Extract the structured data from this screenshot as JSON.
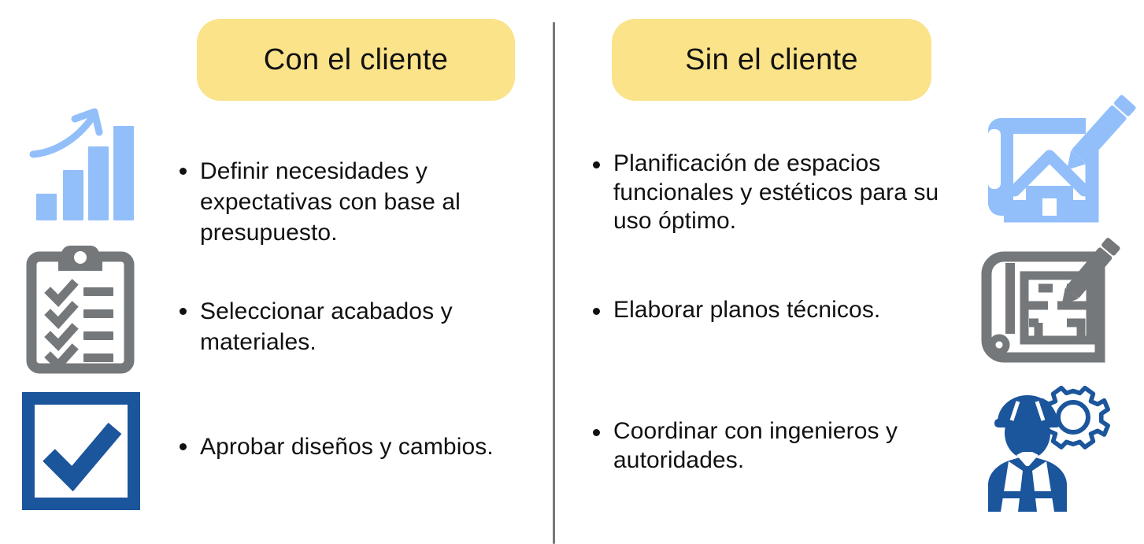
{
  "palette": {
    "pill_yellow": "#FBE38A",
    "light_blue": "#92BFFA",
    "gray": "#75787B",
    "dark_blue": "#1B559C",
    "text": "#111111",
    "background": "#FFFFFF"
  },
  "columns": [
    {
      "id": "con-el-cliente",
      "header": "Con el cliente",
      "icons": [
        {
          "name": "bar-chart-growth-icon",
          "color": "#92BFFA"
        },
        {
          "name": "clipboard-checklist-icon",
          "color": "#75787B"
        },
        {
          "name": "checkbox-checked-icon",
          "color": "#1B559C"
        }
      ],
      "bullets": [
        "Definir necesidades y expectativas con base al presupuesto.",
        "Seleccionar acabados y materiales.",
        "Aprobar diseños y cambios."
      ]
    },
    {
      "id": "sin-el-cliente",
      "header": "Sin el cliente",
      "icons": [
        {
          "name": "blueprint-house-pencil-icon",
          "color": "#92BFFA"
        },
        {
          "name": "floorplan-blueprint-pencil-icon",
          "color": "#75787B"
        },
        {
          "name": "engineer-gear-icon",
          "color": "#1B559C"
        }
      ],
      "bullets": [
        "Planificación de espacios funcionales y estéticos para su uso óptimo.",
        "Elaborar planos técnicos.",
        "Coordinar con ingenieros y autoridades."
      ]
    }
  ]
}
